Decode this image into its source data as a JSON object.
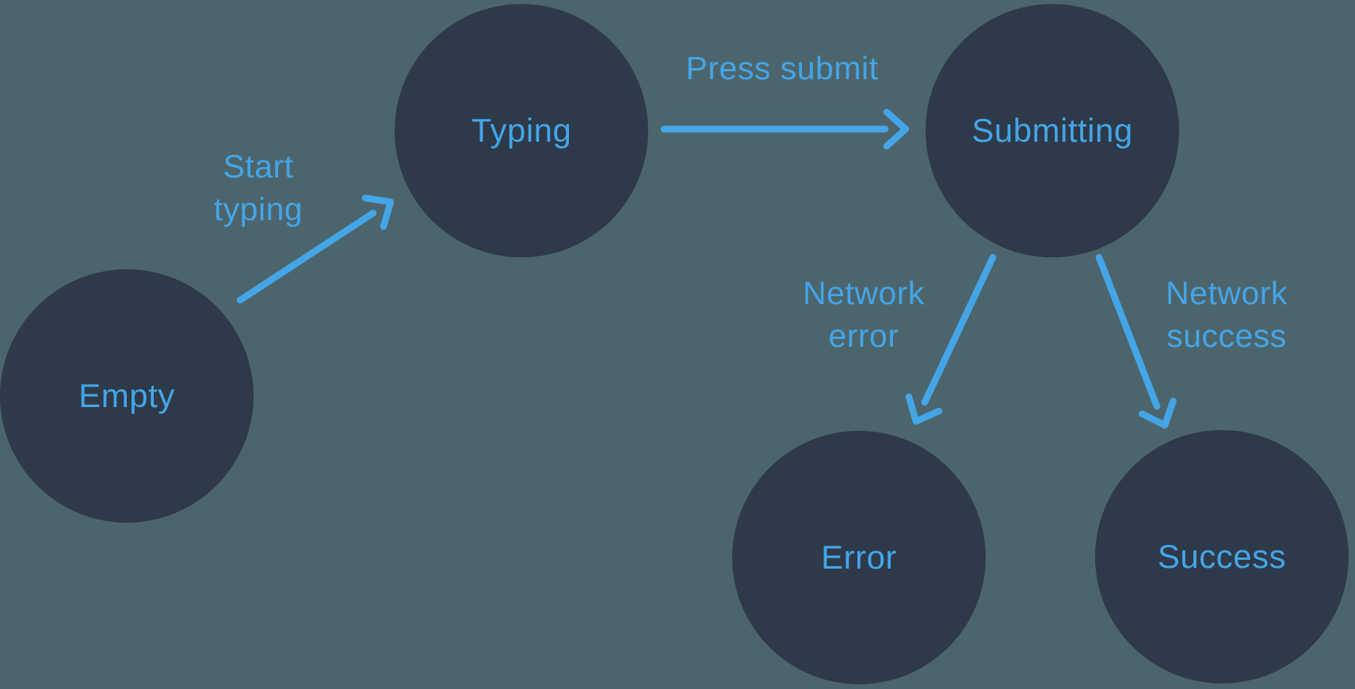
{
  "colors": {
    "background": "#4c656d",
    "node_fill": "#2e3a49",
    "accent_blue": "#44a5e7"
  },
  "diagram": {
    "type": "state-machine",
    "nodes": [
      {
        "id": "empty",
        "label": "Empty"
      },
      {
        "id": "typing",
        "label": "Typing"
      },
      {
        "id": "submitting",
        "label": "Submitting"
      },
      {
        "id": "error",
        "label": "Error"
      },
      {
        "id": "success",
        "label": "Success"
      }
    ],
    "edges": [
      {
        "from": "empty",
        "to": "typing",
        "label": "Start typing"
      },
      {
        "from": "typing",
        "to": "submitting",
        "label": "Press submit"
      },
      {
        "from": "submitting",
        "to": "error",
        "label": "Network error"
      },
      {
        "from": "submitting",
        "to": "success",
        "label": "Network success"
      }
    ]
  }
}
